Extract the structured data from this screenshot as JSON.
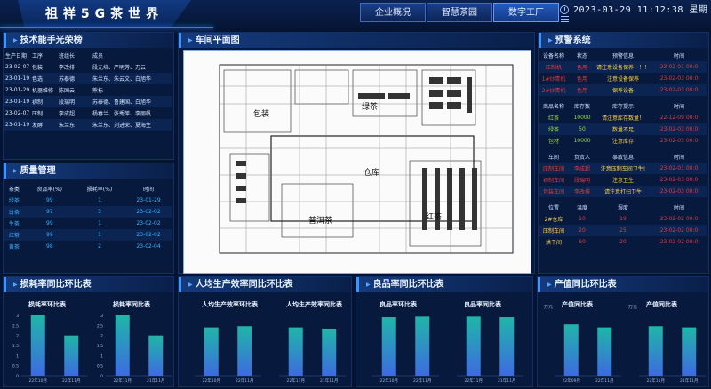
{
  "header": {
    "app_title": "祖祥5G茶世界",
    "nav": [
      "企业概况",
      "智慧茶园",
      "数字工厂"
    ],
    "active_nav": 2,
    "datetime": "2023-03-29 11:12:38 星期"
  },
  "honor": {
    "title": "技术能手光荣榜",
    "headers": [
      "生产日期",
      "工序",
      "班组长",
      "成员"
    ],
    "rows": [
      [
        "23-02-07",
        "包装",
        "李改排",
        "段元培、严明芳、刀云"
      ],
      [
        "23-01-19",
        "色选",
        "苏泰德",
        "朱兰东、朱云文、白旭华"
      ],
      [
        "23-01-29",
        "机器维修",
        "陈国云",
        "熊标"
      ],
      [
        "23-01-19",
        "初制",
        "段瑞明",
        "苏泰德、鲁建国、白旭华"
      ],
      [
        "23-02-07",
        "压制",
        "李成超",
        "杨春兰、张秀萍、李丽帆"
      ],
      [
        "23-01-19",
        "发酵",
        "朱兰东",
        "朱兰东、刘进荣、夏海生"
      ]
    ]
  },
  "quality": {
    "title": "质量管理",
    "headers": [
      "茶类",
      "良品率(%)",
      "损耗率(%)",
      "时间"
    ],
    "rows": [
      [
        "绿茶",
        "99",
        "1",
        "23-01-29"
      ],
      [
        "白茶",
        "97",
        "3",
        "23-02-02"
      ],
      [
        "生茶",
        "99",
        "1",
        "23-02-02"
      ],
      [
        "红茶",
        "99",
        "1",
        "23-02-02"
      ],
      [
        "黄茶",
        "98",
        "2",
        "23-02-04"
      ]
    ]
  },
  "floor": {
    "title": "车间平面图",
    "labels": [
      "包装",
      "绿茶",
      "仓库",
      "普洱茶",
      "红茶"
    ]
  },
  "alarm": {
    "title": "预警系统",
    "device": {
      "headers": [
        "设备名称",
        "状态",
        "预警信息",
        "时间"
      ],
      "rows": [
        [
          "压制机",
          "色用",
          "请注意设备保养！！！",
          "23-02-01 00:0"
        ],
        [
          "1#炒青机",
          "色用",
          "注意设备保养",
          "23-02-03 00:0"
        ],
        [
          "2#炒青机",
          "色用",
          "保养设备",
          "23-02-03 00:0"
        ]
      ]
    },
    "stock": {
      "headers": [
        "商品名称",
        "库存数",
        "库存提示",
        "时间"
      ],
      "rows": [
        [
          "红茶",
          "10000",
          "请注意库存数量！",
          "22-12-09 00:0"
        ],
        [
          "绿茶",
          "50",
          "数量不足",
          "23-02-03 00:0"
        ],
        [
          "包材",
          "10000",
          "注意库存",
          "23-02-03 00:0"
        ]
      ]
    },
    "staff": {
      "headers": [
        "车间",
        "负责人",
        "事故信息",
        "时间"
      ],
      "rows": [
        [
          "压制车间",
          "李成超",
          "注意压制车间卫生!",
          "23-02-01 00:0"
        ],
        [
          "初制车间",
          "段瑞明",
          "注意卫生",
          "23-02-03 00:0"
        ],
        [
          "包装车间",
          "李改排",
          "请注意打扫卫生",
          "23-02-03 00:0"
        ]
      ]
    },
    "env": {
      "headers": [
        "位置",
        "温度",
        "湿度",
        "时间"
      ],
      "rows": [
        [
          "2#仓库",
          "10",
          "19",
          "23-02-02 00:0"
        ],
        [
          "压制车间",
          "20",
          "25",
          "23-02-02 00:0"
        ],
        [
          "烘干间",
          "60",
          "20",
          "23-02-02 00:0"
        ]
      ]
    }
  },
  "colors": {
    "bar_top": "#1fb6a8",
    "bar_bottom": "#3d6be0",
    "accent": "#3f93ff",
    "alarm_red": "#e23b3b"
  },
  "chart_data": [
    {
      "type": "bar",
      "panel_title": "损耗率同比环比表",
      "title": "损耗率环比表",
      "categories": [
        "22年10月",
        "22年11月"
      ],
      "values": [
        3,
        2
      ],
      "ylim": [
        0,
        3
      ],
      "yticks": [
        "0",
        "0.5",
        "1",
        "1.5",
        "2",
        "2.5",
        "3"
      ]
    },
    {
      "type": "bar",
      "title": "损耗率同比表",
      "categories": [
        "22年11月",
        "21年11月"
      ],
      "values": [
        3,
        2
      ],
      "ylim": [
        0,
        3
      ],
      "yticks": [
        "0",
        "0.5",
        "1",
        "1.5",
        "2",
        "2.5",
        "3"
      ]
    },
    {
      "type": "bar",
      "panel_title": "人均生产效率同比环比表",
      "title": "人均生产效率环比表",
      "categories": [
        "22年10月",
        "22年11月"
      ],
      "values": [
        80,
        82
      ],
      "ylim": [
        0,
        100
      ],
      "yticks": []
    },
    {
      "type": "bar",
      "title": "人均生产效率同比表",
      "categories": [
        "22年11月",
        "21年11月"
      ],
      "values": [
        80,
        78
      ],
      "ylim": [
        0,
        100
      ],
      "yticks": []
    },
    {
      "type": "bar",
      "panel_title": "良品率同比环比表",
      "title": "良品率环比表",
      "categories": [
        "22年10月",
        "22年11月"
      ],
      "values": [
        97,
        98
      ],
      "ylim": [
        0,
        100
      ],
      "yticks": []
    },
    {
      "type": "bar",
      "title": "良品率同比表",
      "categories": [
        "22年11月",
        "21年11月"
      ],
      "values": [
        98,
        97
      ],
      "ylim": [
        0,
        100
      ],
      "yticks": []
    },
    {
      "type": "bar",
      "panel_title": "产值同比环比表",
      "title": "产值同比表",
      "unit": "万元",
      "categories": [
        "22年09月",
        "22年11月"
      ],
      "values": [
        85,
        80
      ],
      "ylim": [
        0,
        100
      ],
      "yticks": []
    },
    {
      "type": "bar",
      "title": "产值同比表",
      "unit": "万元",
      "categories": [
        "22年11月",
        "21年11月"
      ],
      "values": [
        82,
        80
      ],
      "ylim": [
        0,
        100
      ],
      "yticks": []
    }
  ]
}
